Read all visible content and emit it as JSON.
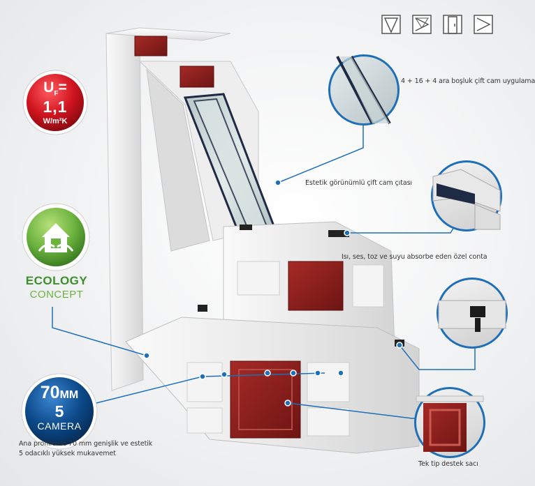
{
  "badges": {
    "u_value": {
      "symbol": "U",
      "subscript": "F",
      "equals": "=",
      "value": "1,1",
      "unit": "W/m²K"
    },
    "ecology": {
      "title": "ECOLOGY",
      "subtitle": "CONCEPT"
    },
    "profile": {
      "width_value": "70",
      "width_unit": "MM",
      "chambers": "5",
      "chambers_label": "CAMERA"
    }
  },
  "opening_icons": [
    {
      "icon": "tilt-window-icon"
    },
    {
      "icon": "tilt-turn-window-icon"
    },
    {
      "icon": "door-icon"
    },
    {
      "icon": "turn-window-icon"
    }
  ],
  "labels": {
    "glass": "4 + 16 + 4 ara boşluk çift cam uygulama",
    "bead": "Estetik görünümlü çift cam çıtası",
    "gasket": "Isı, ses, toz ve suyu absorbe eden özel conta",
    "profile_line1": "Ana profillerde 70 mm genişlik ve estetik",
    "profile_line2": "5 odacıklı yüksek mukavemet",
    "steel": "Tek tip destek sacı"
  },
  "colors": {
    "accent_blue": "#1e6fb8",
    "badge_red": "#d0141f",
    "badge_navy": "#0c4a8a",
    "eco_green": "#3d8f2b",
    "steel_red": "#8e1f1c"
  }
}
